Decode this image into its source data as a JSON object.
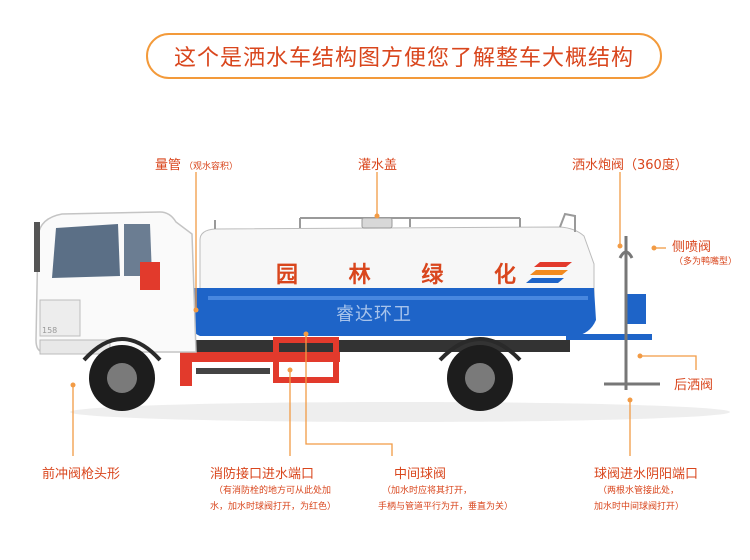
{
  "banner": {
    "text": "这个是洒水车结构图方便您了解整车大概结构"
  },
  "tank": {
    "slogan": [
      "园",
      "林",
      "绿",
      "化"
    ],
    "watermark": "睿达环卫",
    "cab_badge": "158"
  },
  "labels": {
    "gauge": {
      "title": "量管",
      "note": "（观水容积）"
    },
    "fill_cover": {
      "title": "灌水盖"
    },
    "cannon": {
      "title": "洒水炮阀（360度）"
    },
    "side_spray": {
      "title": "侧喷阀",
      "note": "（多为鸭嘴型）"
    },
    "rear_valve": {
      "title": "后洒阀"
    },
    "front_valve": {
      "title": "前冲阀枪头形"
    },
    "fire_port": {
      "title": "消防接口进水端口",
      "lines": [
        "（有消防栓的地方可从此处加",
        "水，加水时球阀打开，为红色）"
      ]
    },
    "mid_valve": {
      "title": "中间球阀",
      "lines": [
        "（加水时应将其打开，",
        "手柄与管道平行为开，垂直为关）"
      ]
    },
    "ball_port": {
      "title": "球阀进水阴阳端口",
      "lines": [
        "（两根水管接此处，",
        "加水时中间球阀打开）"
      ]
    }
  },
  "colors": {
    "accent": "#d9461d",
    "banner_border": "#f39a3a",
    "tank_blue": "#1e64c8",
    "frame_red": "#e23a2c",
    "leader": "#f29b45"
  }
}
